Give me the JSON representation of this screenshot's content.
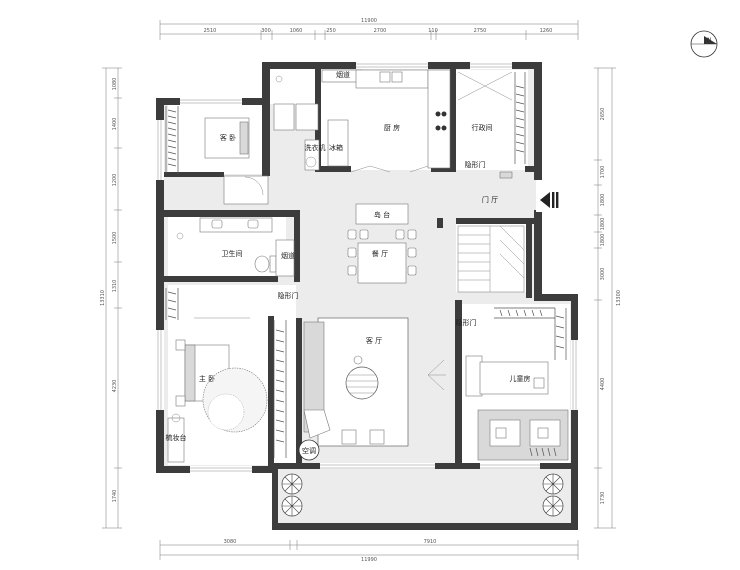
{
  "dims": {
    "top_total": "11900",
    "top": [
      "2510",
      "300",
      "1060",
      "250",
      "2700",
      "110",
      "2750",
      "1260"
    ],
    "bottom": [
      "3080",
      "7910"
    ],
    "bottom_total": "11990",
    "left": [
      "1080",
      "1400",
      "1200",
      "1500",
      "1310",
      "4230",
      "1740"
    ],
    "left_total": "13310",
    "right": [
      "2650",
      "1700",
      "1800",
      "1800",
      "1800",
      "3000",
      "4400",
      "1730"
    ],
    "right_total": "13300"
  },
  "rooms": {
    "guest": "客 卧",
    "flue_top": "烟道",
    "kitchen": "厨 房",
    "storage": "行政间",
    "washer": "洗衣机",
    "fridge": "冰箱",
    "hidden_door_top": "隐形门",
    "foyer": "门 厅",
    "island": "岛 台",
    "bath": "卫生间",
    "flue_bath": "烟道",
    "dining": "餐 厅",
    "hidden_door_left": "隐形门",
    "hidden_door_right": "隐形门",
    "living": "客 厅",
    "master": "主 卧",
    "kids": "儿童房",
    "vanity": "梳妆台",
    "ac": "空调"
  }
}
